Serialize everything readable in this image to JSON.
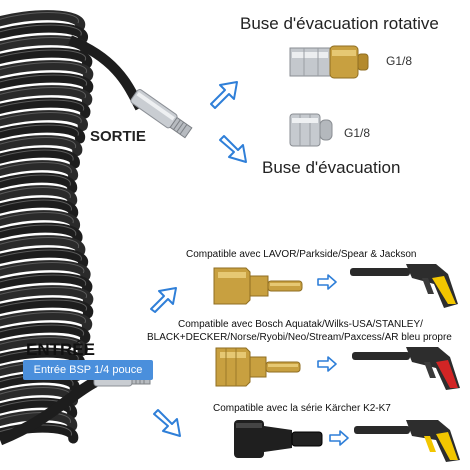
{
  "nozzles": {
    "rotating_title": "Buse d'évacuation rotative",
    "rotating_thread": "G1/8",
    "standard_title": "Buse d'évacuation",
    "standard_thread": "G1/8"
  },
  "hose": {
    "output_label": "SORTIE",
    "input_label": "ENTRÉE",
    "input_badge": "Entrée BSP 1/4 pouce"
  },
  "adapters": [
    {
      "text": "Compatible avec LAVOR/Parkside/Spear & Jackson"
    },
    {
      "text_line1": "Compatible avec Bosch Aquatak/Wilks-USA/STANLEY/",
      "text_line2": "BLACK+DECKER/Norse/Ryobi/Neo/Stream/Paxcess/AR bleu propre"
    },
    {
      "text": "Compatible avec la série Kärcher K2-K7"
    }
  ],
  "colors": {
    "arrow": "#2f7fd8",
    "badge": "#4a8fdc",
    "brass": "#c8a040",
    "hose": "#1d1d1d",
    "trigger_yellow": "#f2c600"
  }
}
